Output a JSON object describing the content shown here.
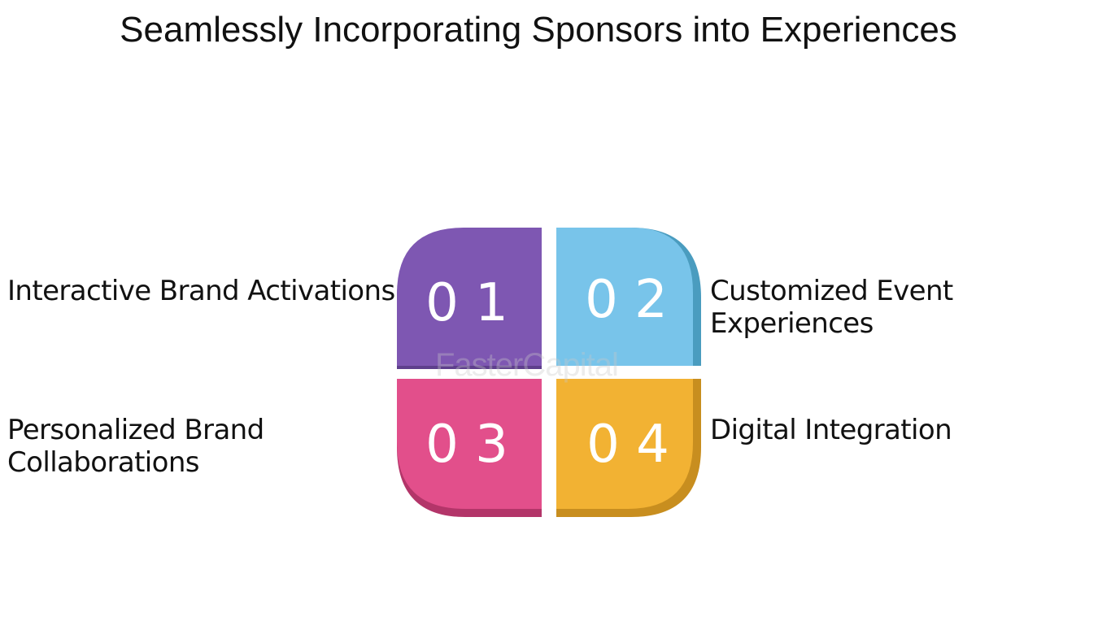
{
  "title": "Seamlessly Incorporating Sponsors into Experiences",
  "tiles": [
    {
      "number": "0 1",
      "label": "Interactive Brand Activations",
      "color": "#7e57b2",
      "shade": "#5e3f8c"
    },
    {
      "number": "0 2",
      "label_lines": [
        "Customized Event",
        "Experiences"
      ],
      "color": "#78c4ea",
      "shade": "#4a9cbf"
    },
    {
      "number": "0 3",
      "label_lines": [
        "Personalized Brand",
        "Collaborations"
      ],
      "color": "#e24f8b",
      "shade": "#b33569"
    },
    {
      "number": "0 4",
      "label": "Digital Integration",
      "color": "#f2b233",
      "shade": "#c88e1f"
    }
  ],
  "watermark": "FasterCapital"
}
